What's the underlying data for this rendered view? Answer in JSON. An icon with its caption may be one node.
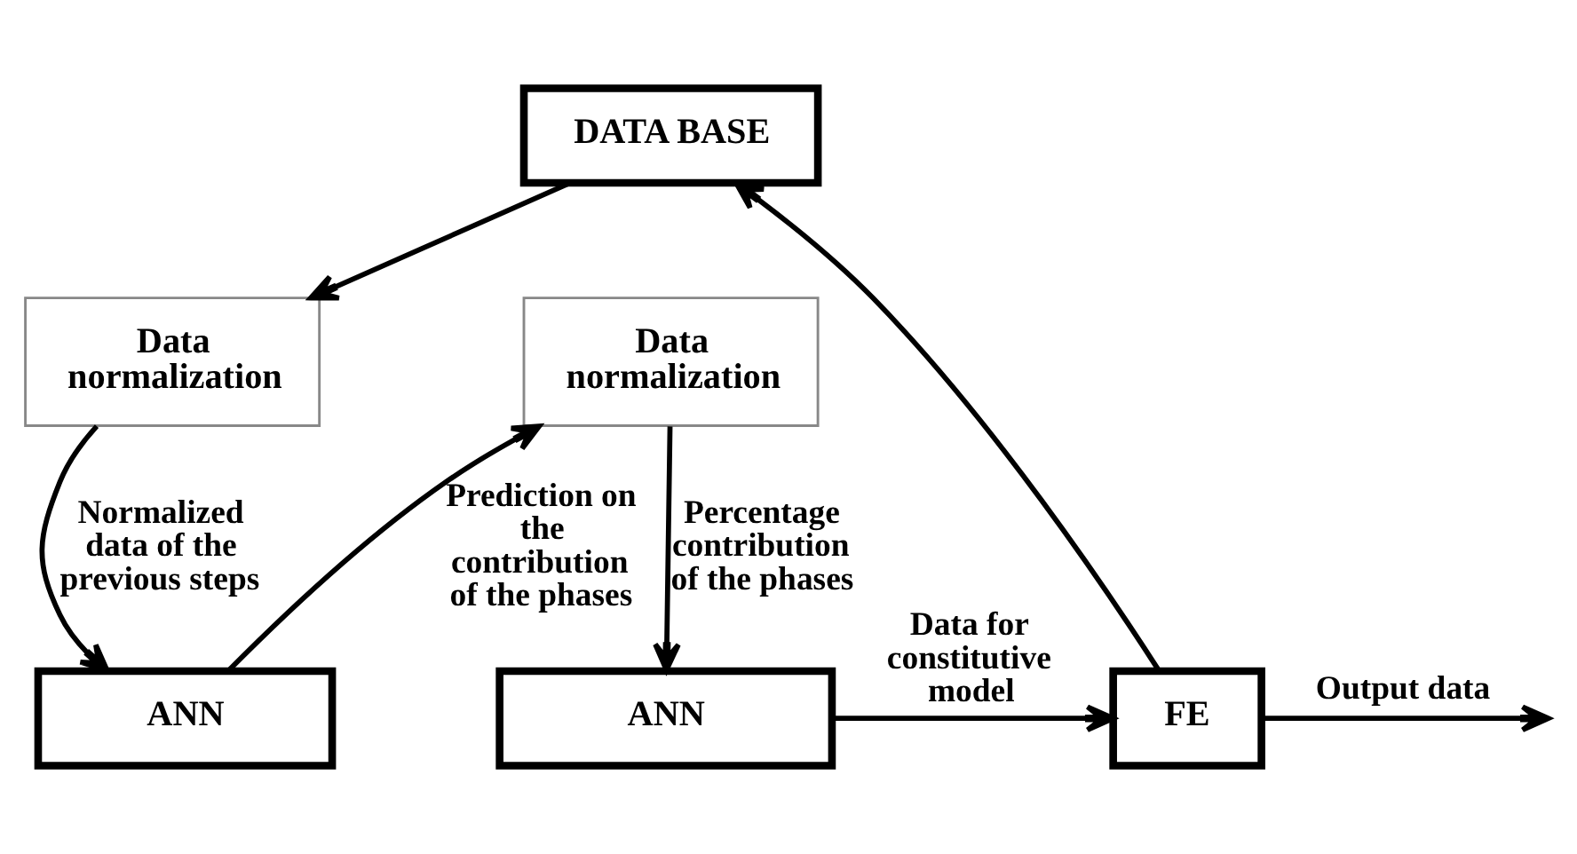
{
  "diagram": {
    "nodes": [
      {
        "text": [
          "DATA BASE"
        ]
      },
      {
        "text": [
          "Data normalization"
        ]
      },
      {
        "text": [
          "ANN"
        ]
      },
      {
        "text": [
          "Data normalization"
        ]
      },
      {
        "text": [
          "ANN"
        ]
      },
      {
        "text": [
          "FE"
        ]
      }
    ],
    "edges": [
      {
        "from": 0,
        "to": 1,
        "arrow": "to"
      },
      {
        "from": 1,
        "to": 2,
        "arrow": "to",
        "label": "Normalized data of the previous steps"
      },
      {
        "from": 2,
        "to": 3,
        "arrow": "to",
        "label": "Prediction on the contribution of the phases"
      },
      {
        "from": 3,
        "to": 4,
        "arrow": "to",
        "label": "Percentage contribution of the phases"
      },
      {
        "from": 4,
        "to": 5,
        "arrow": "to",
        "label": "Data for constitutive model"
      },
      {
        "from": 5,
        "to": 0,
        "arrow": "to"
      },
      {
        "from": 5,
        "to": null,
        "arrow": "to",
        "label": "Output data"
      }
    ]
  }
}
